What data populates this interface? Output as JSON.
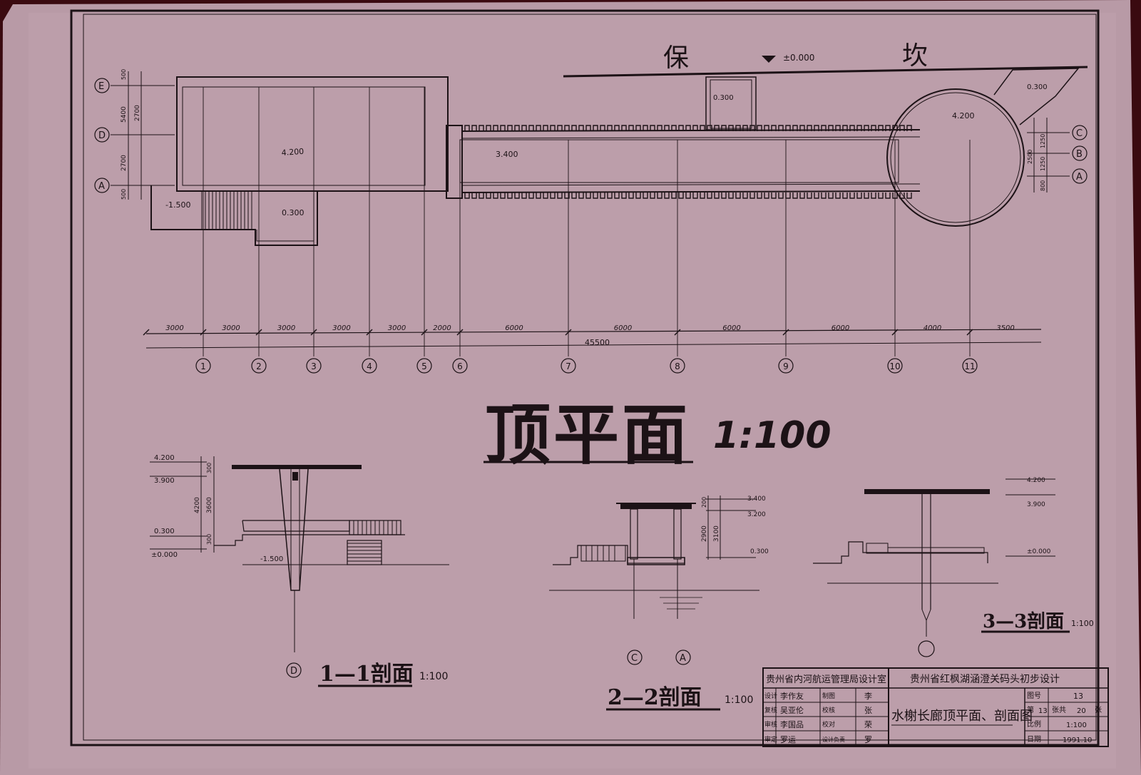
{
  "colors": {
    "paper": "#b89aa6",
    "ink": "#1c1216",
    "border_bg": "#3a0a10"
  },
  "plan": {
    "title": "顶平面",
    "scale": "1:100",
    "top_label_left": "保",
    "top_label_right": "坎",
    "top_level": "±0.000",
    "level_main": "4.200",
    "level_corridor": "3.400",
    "level_pit": "-1.500",
    "level_step": "0.300",
    "level_notch": "0.300",
    "level_corner": "0.300",
    "level_circle": "4.200",
    "axis_rows_left": [
      "E",
      "D",
      "A"
    ],
    "axis_rows_right": [
      "C",
      "B",
      "A"
    ],
    "left_dims": [
      "500",
      "2700",
      "5400",
      "2700",
      "500"
    ],
    "right_dims": [
      "1250",
      "2500",
      "1250",
      "800"
    ],
    "axis_cols": [
      "1",
      "2",
      "3",
      "4",
      "5",
      "6",
      "7",
      "8",
      "9",
      "10",
      "11"
    ],
    "bottom_dims": [
      "3000",
      "3000",
      "3000",
      "3000",
      "3000",
      "2000",
      "6000",
      "6000",
      "6000",
      "6000",
      "4000",
      "3500"
    ],
    "total_dim": "45500"
  },
  "section11": {
    "title": "1—1剖面",
    "scale": "1:100",
    "levels": [
      "4.200",
      "3.900",
      "0.300",
      "±0.000",
      "-1.500"
    ],
    "dims": [
      "300",
      "4200",
      "3600",
      "300"
    ],
    "axis": "D"
  },
  "section22": {
    "title": "2—2剖面",
    "scale": "1:100",
    "levels": [
      "3.400",
      "3.200",
      "0.300"
    ],
    "dims": [
      "200",
      "2900",
      "3100"
    ],
    "axes": [
      "C",
      "A"
    ]
  },
  "section33": {
    "title": "3—3剖面",
    "scale": "1:100",
    "levels": [
      "4.200",
      "3.900",
      "±0.000"
    ]
  },
  "titleblock": {
    "org": "贵州省内河航运管理局设计室",
    "project": "贵州省红枫湖涵澄关码头初步设计",
    "drawing": "水榭长廊顶平面、剖面图",
    "rows": [
      {
        "role": "设计",
        "name": "李作友",
        "role2": "制图",
        "name2": "李"
      },
      {
        "role": "复核",
        "name": "吴亚伦",
        "role2": "校核",
        "name2": "张"
      },
      {
        "role": "审核",
        "name": "李国品",
        "role2": "校对",
        "name2": "荣"
      },
      {
        "role": "审定",
        "name": "罗运",
        "role2": "设计负责",
        "name2": "罗"
      }
    ],
    "info_labels": [
      "图号",
      "第",
      "张共",
      "张",
      "比例",
      "日期"
    ],
    "drawing_no": "13",
    "sheet_no": "13",
    "sheet_total": "20",
    "scale": "1:100",
    "date": "1991.10"
  }
}
